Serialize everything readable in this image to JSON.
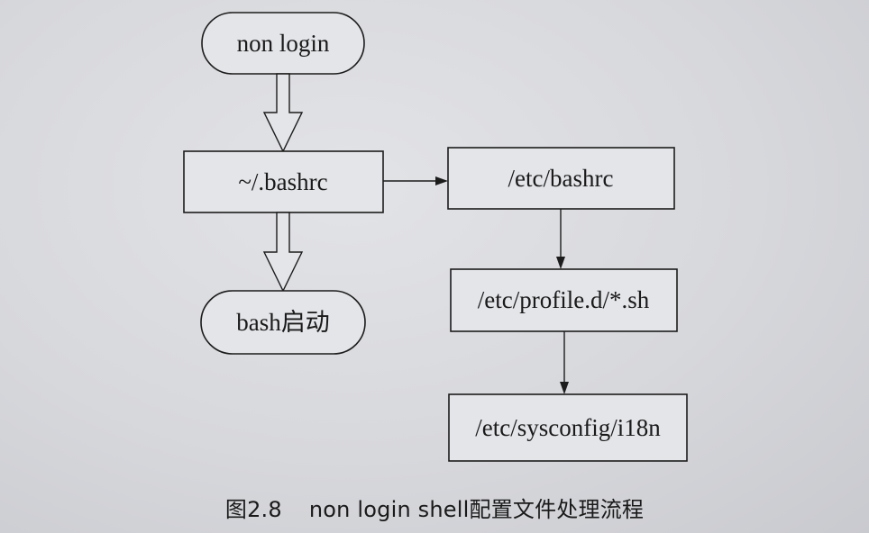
{
  "diagram": {
    "nodes": {
      "start": "non login",
      "bashrc_home": "~/.bashrc",
      "end": "bash启动",
      "etc_bashrc": "/etc/bashrc",
      "profile_d": "/etc/profile.d/*.sh",
      "i18n": "/etc/sysconfig/i18n"
    },
    "edges": [
      {
        "from": "start",
        "to": "bashrc_home",
        "style": "hollow-arrow"
      },
      {
        "from": "bashrc_home",
        "to": "end",
        "style": "hollow-arrow"
      },
      {
        "from": "bashrc_home",
        "to": "etc_bashrc",
        "style": "arrow"
      },
      {
        "from": "etc_bashrc",
        "to": "profile_d",
        "style": "arrow"
      },
      {
        "from": "profile_d",
        "to": "i18n",
        "style": "arrow"
      }
    ]
  },
  "caption": {
    "number": "图2.8",
    "text": "non login shell配置文件处理流程"
  }
}
